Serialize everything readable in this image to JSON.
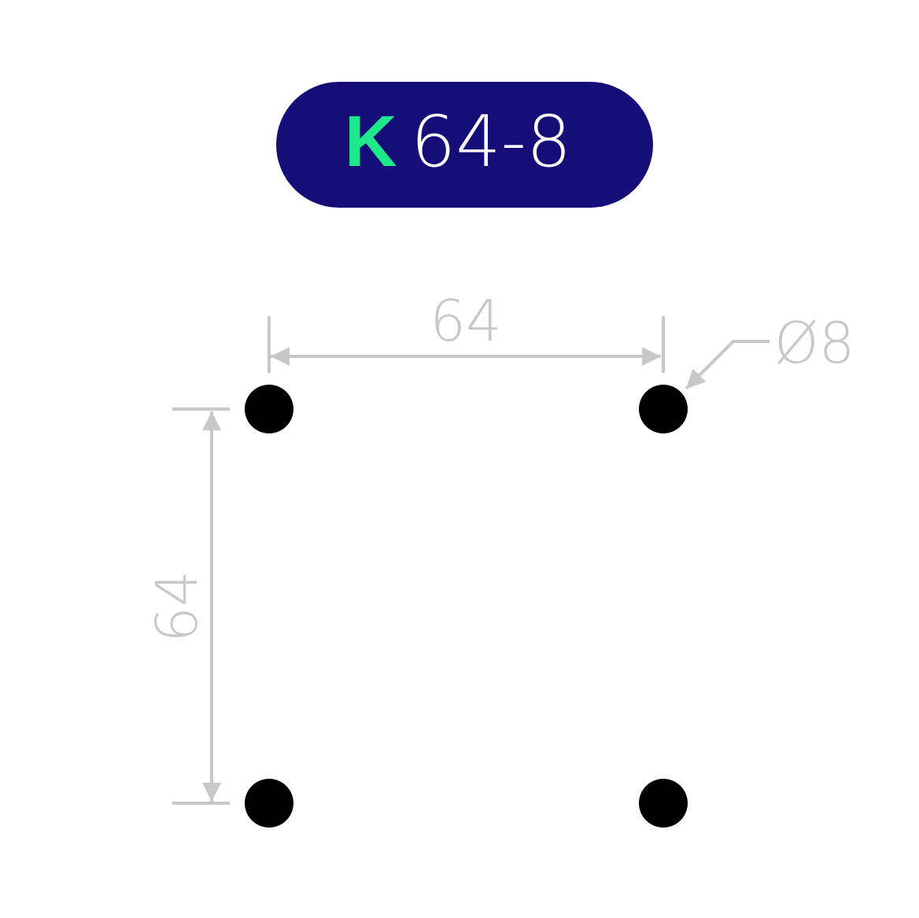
{
  "badge": {
    "letter": "K",
    "code": "64-8"
  },
  "colors": {
    "badge_bg": "#150e78",
    "letter": "#1de98b",
    "code": "#ffffff",
    "dimension": "#c8c8c8",
    "hole": "#000000"
  },
  "dimensions": {
    "horizontal": "64",
    "vertical": "64",
    "diameter": "Ø8"
  }
}
